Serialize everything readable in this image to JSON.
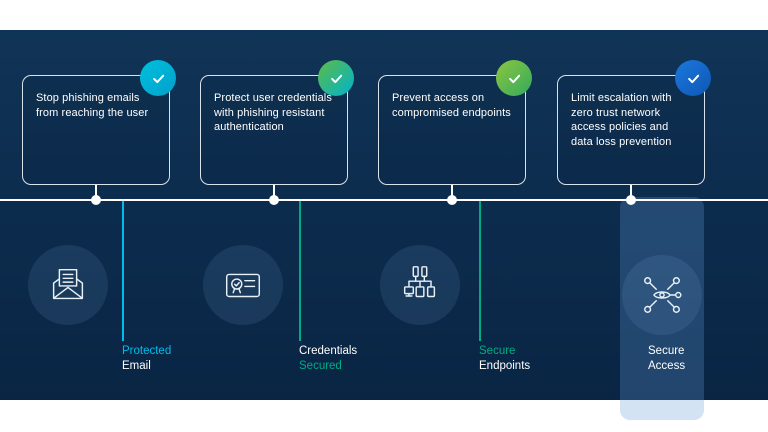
{
  "diagram": {
    "colors": {
      "frame_background": "#ffffff",
      "stage_background": "#0c2b4c",
      "card_border": "#ecf3f9",
      "timeline": "#ffffff",
      "accent_cyan": "#00bceb",
      "accent_teal": "#00ab84",
      "badge_step1": "#00b7d8",
      "badge_step2": "green-to-teal-gradient",
      "badge_step3": "green-gradient",
      "badge_step4": "#1468cc",
      "highlight_panel": "rgba(96,156,214,0.28)"
    },
    "steps": [
      {
        "card_text": "Stop phishing emails from reaching the user",
        "icon": "open-email-document-icon",
        "badge": "checkmark",
        "label_line1": "Protected",
        "label_line2": "Email"
      },
      {
        "card_text": "Protect user credentials with phishing resistant authentication",
        "icon": "certificate-seal-icon",
        "badge": "checkmark",
        "label_line1": "Credentials",
        "label_line2": "Secured"
      },
      {
        "card_text": "Prevent access on compromised endpoints",
        "icon": "endpoint-devices-network-icon",
        "badge": "checkmark",
        "label_line1": "Secure",
        "label_line2": "Endpoints"
      },
      {
        "card_text": "Limit escalation with zero trust network access policies and data loss prevention",
        "icon": "zero-trust-access-network-icon",
        "badge": "checkmark",
        "label_line1": "Secure",
        "label_line2": "Access"
      }
    ]
  }
}
